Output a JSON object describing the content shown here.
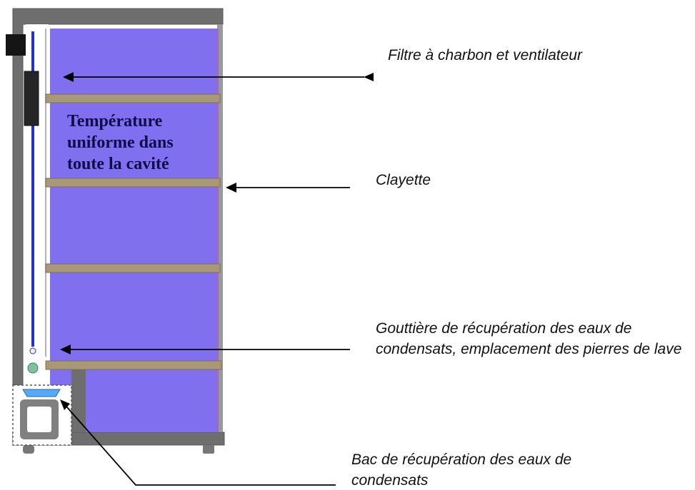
{
  "labels": {
    "filter_fan": "Filtre à charbon et ventilateur",
    "shelf": "Clayette",
    "gutter": "Gouttière de récupération des eaux de condensats, emplacement des pierres de lave",
    "tray": "Bac de récupération des eaux de condensats"
  },
  "cavity_text": "Température uniforme dans toute la cavité",
  "colors": {
    "cavity": "#8070f0",
    "frame": "#707070",
    "shelf": "#a89878",
    "pipe": "#2233cc",
    "tray_water": "#55aaff"
  }
}
